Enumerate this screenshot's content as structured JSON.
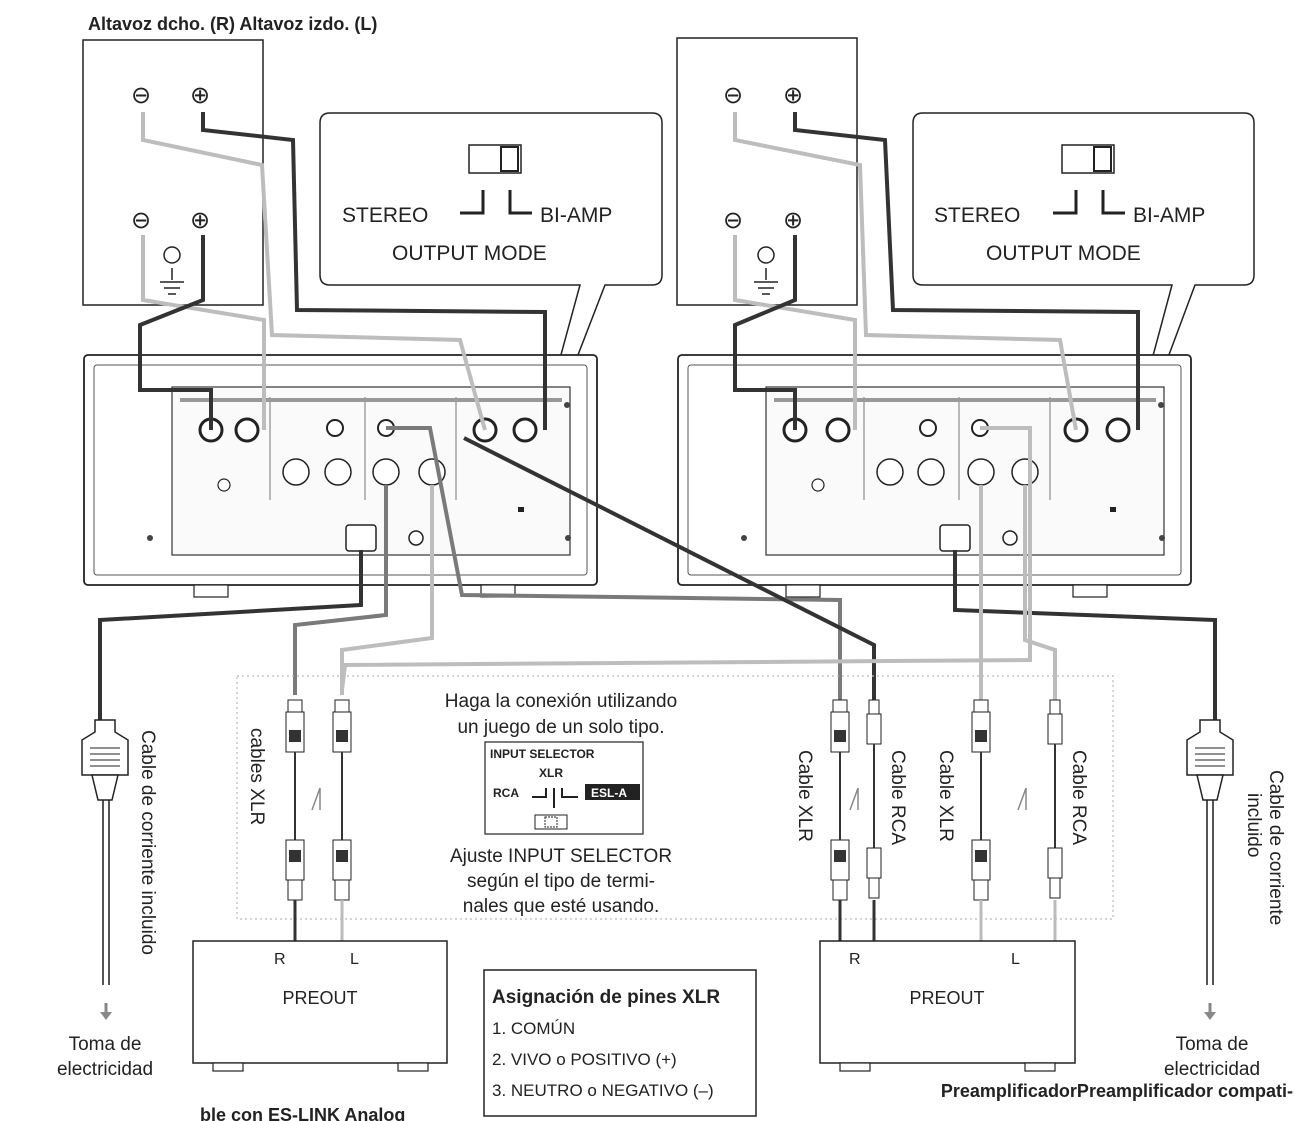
{
  "labels": {
    "speakers_title": "Altavoz dcho. (R) Altavoz izdo. (L)",
    "output_mode_stereo": "STEREO",
    "output_mode_biamp": "BI-AMP",
    "output_mode_title": "OUTPUT MODE",
    "connection_note_line1": "Haga la conexión utilizando",
    "connection_note_line2": "un juego de un solo tipo.",
    "input_selector_title": "INPUT SELECTOR",
    "input_selector_xlr": "XLR",
    "input_selector_rca": "RCA",
    "input_selector_esla": "ESL-A",
    "adjust_line1": "Ajuste INPUT SELECTOR",
    "adjust_line2": "según el tipo de termi-",
    "adjust_line3": "nales que esté usando.",
    "cables_xlr": "cables XLR",
    "cable_xlr": "Cable XLR",
    "cable_rca": "Cable RCA",
    "power_cable_left": "Cable de corriente incluido",
    "power_cable_right_line1": "Cable de corriente",
    "power_cable_right_line2": "incluido",
    "outlet_line1": "Toma de",
    "outlet_line2": "electricidad",
    "preout": "PREOUT",
    "channel_r": "R",
    "channel_l": "L",
    "pin_title": "Asignación de pines XLR",
    "pin_1": "1. COMÚN",
    "pin_2": "2. VIVO o POSITIVO (+)",
    "pin_3": "3. NEUTRO o NEGATIVO (–)",
    "bottom_right": "PreamplificadorPreamplificador compati-",
    "bottom_left": "ble con ES-LINK Analog",
    "minus": "⊖",
    "plus": "⊕"
  },
  "icons": [
    "terminal-minus-icon",
    "terminal-plus-icon",
    "ground-icon",
    "power-plug-icon",
    "arrow-down-icon",
    "xlr-plug-icon",
    "rca-plug-icon",
    "switch-icon"
  ]
}
